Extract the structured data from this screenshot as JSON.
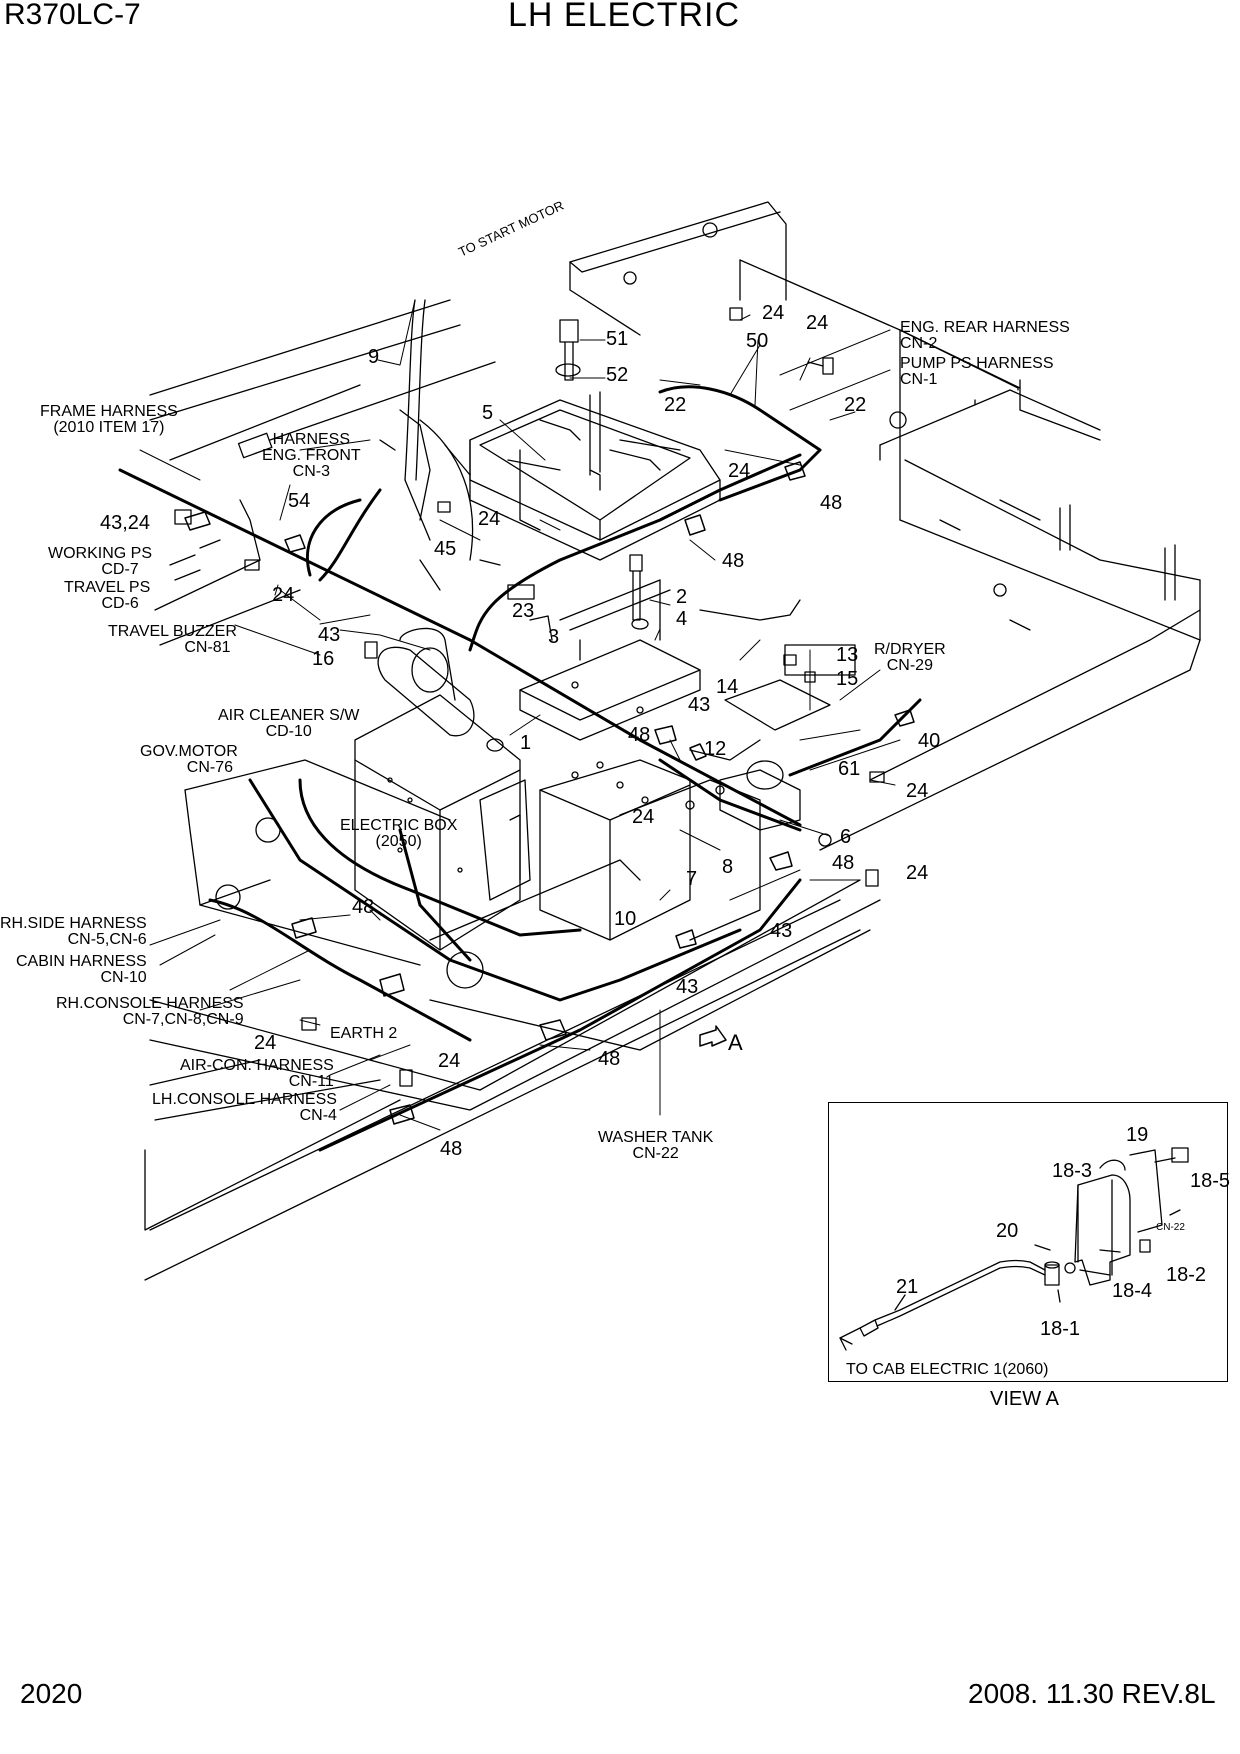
{
  "header": {
    "model": "R370LC-7",
    "title": "LH ELECTRIC"
  },
  "footer": {
    "page": "2020",
    "revision": "2008. 11.30  REV.8L"
  },
  "labels": {
    "to_start_motor": "TO START MOTOR",
    "frame_harness": [
      "FRAME HARNESS",
      "(2010 ITEM 17)"
    ],
    "harness_eng_front": [
      "HARNESS",
      "ENG. FRONT",
      "CN-3"
    ],
    "working_ps": [
      "WORKING PS",
      "CD-7"
    ],
    "travel_ps": [
      "TRAVEL PS",
      "CD-6"
    ],
    "travel_buzzer": [
      "TRAVEL BUZZER",
      "CN-81"
    ],
    "air_cleaner_sw": [
      "AIR CLEANER S/W",
      "CD-10"
    ],
    "gov_motor": [
      "GOV.MOTOR",
      "CN-76"
    ],
    "electric_box": [
      "ELECTRIC BOX",
      "(2050)"
    ],
    "rh_side_harness": [
      "RH.SIDE HARNESS",
      "CN-5,CN-6"
    ],
    "cabin_harness": [
      "CABIN HARNESS",
      "CN-10"
    ],
    "rh_console_harness": [
      "RH.CONSOLE HARNESS",
      "CN-7,CN-8,CN-9"
    ],
    "earth": "EARTH 2",
    "air_con_harness": [
      "AIR-CON. HARNESS",
      "CN-11"
    ],
    "lh_console_harness": [
      "LH.CONSOLE HARNESS",
      "CN-4"
    ],
    "washer_tank": [
      "WASHER TANK",
      "CN-22"
    ],
    "eng_rear_harness": [
      "ENG. REAR HARNESS",
      "CN-2"
    ],
    "pump_ps_harness": [
      "PUMP PS HARNESS",
      "CN-1"
    ],
    "r_dryer": [
      "R/DRYER",
      "CN-29"
    ],
    "view_arrow": "A",
    "to_cab_electric": "TO CAB ELECTRIC 1(2060)",
    "view_a": "VIEW  A",
    "cn22_small": "CN-22"
  },
  "part_numbers": {
    "p9": "9",
    "p51": "51",
    "p52": "52",
    "p5": "5",
    "p24a": "24",
    "p50": "50",
    "p24b": "24",
    "p22a": "22",
    "p22b": "22",
    "p24c": "24",
    "p48a": "48",
    "p48b": "48",
    "p4324": "43,24",
    "p54": "54",
    "p24d": "24",
    "p45": "45",
    "p24e": "24",
    "p2": "2",
    "p4": "4",
    "p23": "23",
    "p43a": "43",
    "p3": "3",
    "p16": "16",
    "p13": "13",
    "p15": "15",
    "p14": "14",
    "p43b": "43",
    "p1": "1",
    "p48c": "48",
    "p12": "12",
    "p40": "40",
    "p61": "61",
    "p24f": "24",
    "p24g": "24",
    "p6": "6",
    "p8": "8",
    "p48d": "48",
    "p24h": "24",
    "p7": "7",
    "p10": "10",
    "p43c": "43",
    "p43d": "43",
    "p48e": "48",
    "p24i": "24",
    "p24j": "24",
    "p48f": "48",
    "p48g": "48",
    "p19": "19",
    "p18_3": "18-3",
    "p18_5": "18-5",
    "p20": "20",
    "p21": "21",
    "p18_4": "18-4",
    "p18_2": "18-2",
    "p18_1": "18-1"
  }
}
